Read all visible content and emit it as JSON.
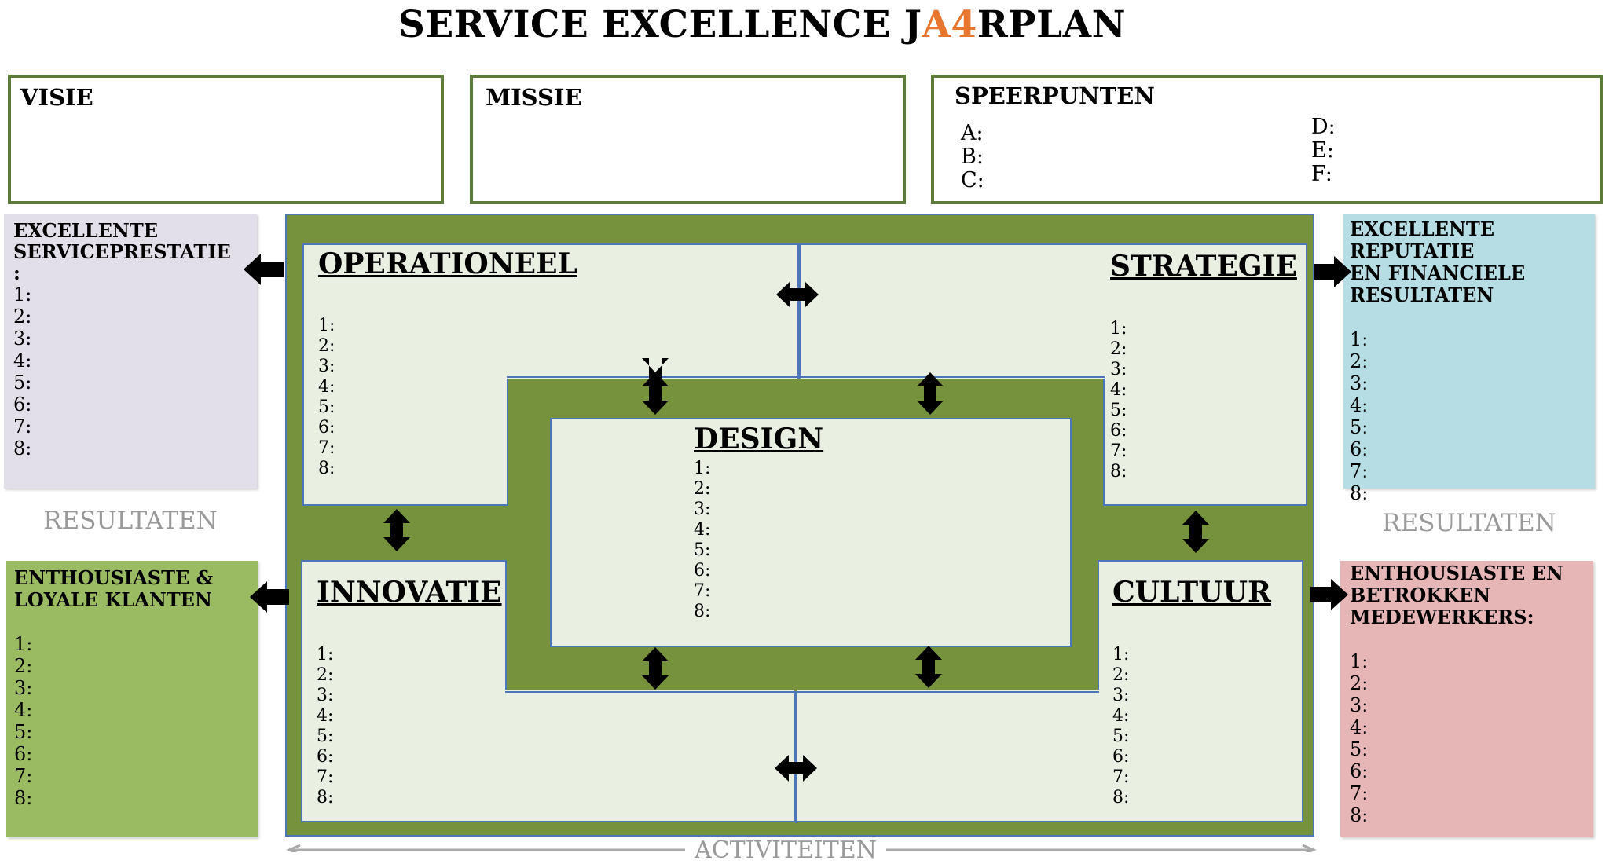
{
  "title": {
    "prefix": "SERVICE EXCELLENCE J",
    "accent": "A4",
    "suffix": "RPLAN"
  },
  "visie": {
    "label": "VISIE"
  },
  "missie": {
    "label": "MISSIE"
  },
  "speerpunten": {
    "label": "SPEERPUNTEN",
    "left": [
      "A:",
      "B:",
      "C:"
    ],
    "right": [
      "D:",
      "E:",
      "F:"
    ]
  },
  "left_top": {
    "heading": "EXCELLENTE\nSERVICEPRESTATIE\n:",
    "items": [
      "1:",
      "2:",
      "3:",
      "4:",
      "5:",
      "6:",
      "7:",
      "8:"
    ],
    "color": "#E3DFE9"
  },
  "left_bottom": {
    "heading": "ENTHOUSIASTE &\nLOYALE KLANTEN",
    "items": [
      "1:",
      "2:",
      "3:",
      "4:",
      "5:",
      "6:",
      "7:",
      "8:"
    ],
    "color": "#9BBB62"
  },
  "right_top": {
    "heading": "EXCELLENTE REPUTATIE\nEN FINANCIELE\nRESULTATEN",
    "items": [
      "1:",
      "2:",
      "3:",
      "4:",
      "5:",
      "6:",
      "7:",
      "8:"
    ],
    "color": "#B5DDE3"
  },
  "right_bottom": {
    "heading": "ENTHOUSIASTE EN\nBETROKKEN\nMEDEWERKERS:",
    "items": [
      "1:",
      "2:",
      "3:",
      "4:",
      "5:",
      "6:",
      "7:",
      "8:"
    ],
    "color": "#E6B5B6"
  },
  "results_left": "RESULTATEN",
  "results_right": "RESULTATEN",
  "activiteiten": "ACTIVITEITEN",
  "panels": {
    "operationeel": {
      "heading": "OPERATIONEEL",
      "items": [
        "1:",
        "2:",
        "3:",
        "4:",
        "5:",
        "6:",
        "7:",
        "8:"
      ]
    },
    "strategie": {
      "heading": "STRATEGIE",
      "items": [
        "1:",
        "2:",
        "3:",
        "4:",
        "5:",
        "6:",
        "7:",
        "8:"
      ]
    },
    "innovatie": {
      "heading": "INNOVATIE",
      "items": [
        "1:",
        "2:",
        "3:",
        "4:",
        "5:",
        "6:",
        "7:",
        "8:"
      ]
    },
    "cultuur": {
      "heading": "CULTUUR",
      "items": [
        "1:",
        "2:",
        "3:",
        "4:",
        "5:",
        "6:",
        "7:",
        "8:"
      ]
    },
    "design": {
      "heading": "DESIGN",
      "items": [
        "1:",
        "2:",
        "3:",
        "4:",
        "5:",
        "6:",
        "7:",
        "8:"
      ]
    }
  },
  "colors": {
    "frame_green": "#76923C",
    "panel_fill": "#EAF0E1",
    "panel_border": "#4B76B8",
    "top_box_border": "#5C7A3A",
    "title_accent": "#E8762E"
  },
  "icons": [
    "arrow-left-icon",
    "arrow-right-icon",
    "arrow-double-horizontal-icon",
    "arrow-double-vertical-icon"
  ]
}
